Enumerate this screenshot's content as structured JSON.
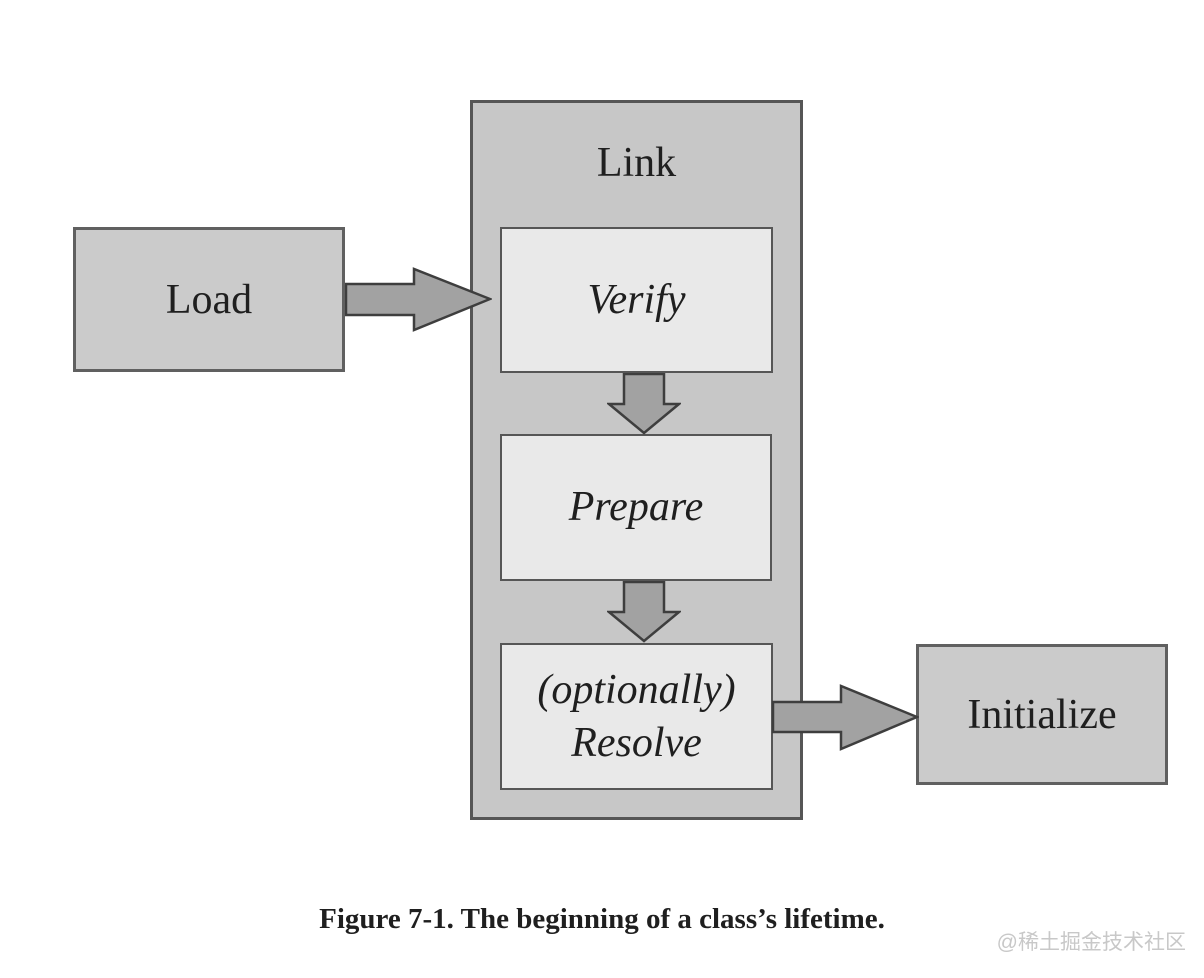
{
  "figure": {
    "caption": "Figure 7-1. The beginning of a class’s lifetime.",
    "nodes": {
      "load": "Load",
      "link": "Link",
      "verify": "Verify",
      "prepare": "Prepare",
      "resolve_line1": "(optionally)",
      "resolve_line2": "Resolve",
      "initialize": "Initialize"
    },
    "arrows": [
      {
        "name": "load-to-link",
        "direction": "right"
      },
      {
        "name": "verify-to-prepare",
        "direction": "down"
      },
      {
        "name": "prepare-to-resolve",
        "direction": "down"
      },
      {
        "name": "resolve-to-initialize",
        "direction": "right"
      }
    ],
    "colors": {
      "background": "#ffffff",
      "container_fill": "#c7c7c7",
      "node_fill": "#cbcbcb",
      "inner_node_fill": "#e9e9e9",
      "border": "#565656",
      "arrow_fill": "#a2a2a2",
      "arrow_stroke": "#3e3e3e",
      "text": "#1f1f1f"
    }
  },
  "watermark": {
    "text": "@稀土掘金技术社区",
    "color": "#c8c8c8"
  }
}
